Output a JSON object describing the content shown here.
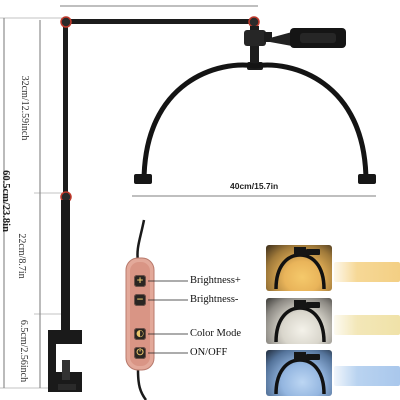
{
  "dimensions": {
    "top_arm": "32cm/12.59inch",
    "total_height": "60.5cm/23.8in",
    "pole": "22cm/8.7in",
    "clamp": "6.5cm/2.56inch",
    "arc_width": "40cm/15.7in"
  },
  "controls": [
    {
      "label": "Brightness+",
      "symbol": "+"
    },
    {
      "label": "Brightness-",
      "symbol": "−"
    },
    {
      "label": "Color Mode",
      "symbol": "◐"
    },
    {
      "label": "ON/OFF",
      "symbol": "⏻"
    }
  ],
  "color_modes": [
    {
      "name": "warm",
      "glow": "#f5c96b",
      "swatch": "#f6d896"
    },
    {
      "name": "neutral",
      "glow": "#f0ede2",
      "swatch": "#f3e7b8"
    },
    {
      "name": "cool",
      "glow": "#a9c6ea",
      "swatch": "#b9d3f0"
    }
  ],
  "colors": {
    "lamp_body": "#1c1c1c",
    "accent_joint": "#c0392b",
    "controller": "#e3a99a"
  }
}
